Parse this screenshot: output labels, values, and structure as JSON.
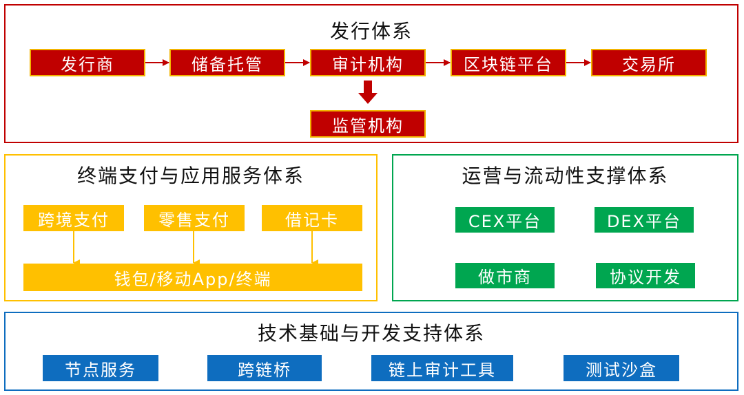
{
  "issuance": {
    "title": "发行体系",
    "chain": [
      "发行商",
      "储备托管",
      "审计机构",
      "区块链平台",
      "交易所"
    ],
    "regulator": "监管机构",
    "color": "#c00000"
  },
  "payment": {
    "title": "终端支付与应用服务体系",
    "items": [
      "跨境支付",
      "零售支付",
      "借记卡"
    ],
    "base": "钱包/移动App/终端",
    "color": "#ffc000"
  },
  "liquidity": {
    "title": "运营与流动性支撑体系",
    "items": [
      "CEX平台",
      "DEX平台",
      "做市商",
      "协议开发"
    ],
    "color": "#00a650"
  },
  "tech": {
    "title": "技术基础与开发支持体系",
    "items": [
      "节点服务",
      "跨链桥",
      "链上审计工具",
      "测试沙盒"
    ],
    "color": "#0e6dbf"
  }
}
